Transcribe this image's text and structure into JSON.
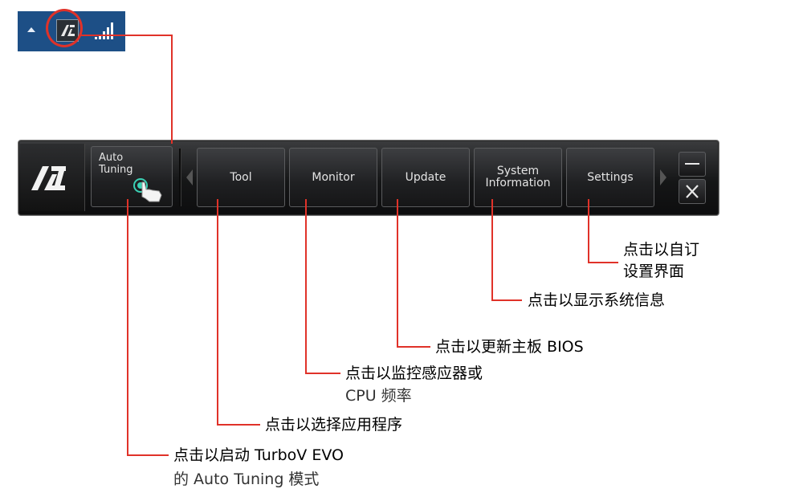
{
  "tray": {
    "icons": [
      "tray-expand-arrow-icon",
      "ai-suite-app-icon",
      "network-signal-icon"
    ]
  },
  "toolbar": {
    "auto_tuning_label": "Auto\nTuning",
    "buttons": [
      {
        "label": "Tool"
      },
      {
        "label": "Monitor"
      },
      {
        "label": "Update"
      },
      {
        "label": "System\nInformation"
      },
      {
        "label": "Settings"
      }
    ],
    "window_controls": [
      "minimize",
      "close"
    ]
  },
  "callouts": {
    "settings": "点击以自订\n设置界面",
    "system_information": "点击以显示系统信息",
    "update": "点击以更新主板 BIOS",
    "monitor_line1": "点击以监控感应器或",
    "monitor_line2": "CPU 频率",
    "tool": "点击以选择应用程序",
    "auto_tuning_line1": "点击以启动 TurboV EVO",
    "auto_tuning_line2": "的 Auto Tuning 模式"
  },
  "colors": {
    "callout_line": "#e03229",
    "tray_background": "#1d4f86",
    "toolbar_background": "#151617"
  }
}
